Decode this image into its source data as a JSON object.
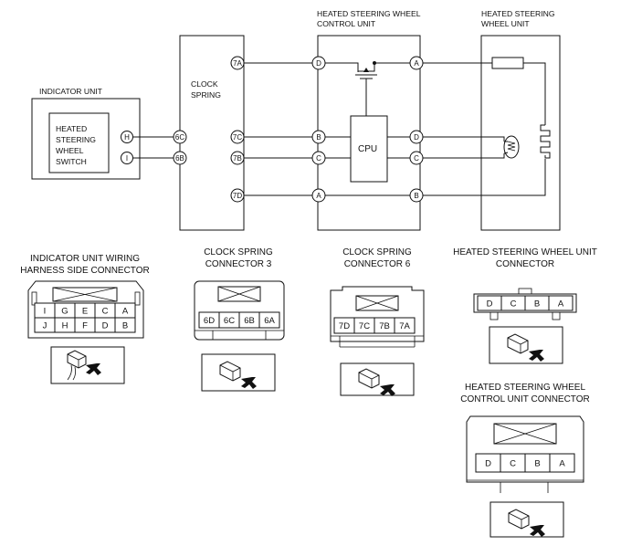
{
  "labels": {
    "hswcu_title_1": "HEATED STEERING WHEEL",
    "hswcu_title_2": "CONTROL UNIT",
    "hswu_title_1": "HEATED STEERING",
    "hswu_title_2": "WHEEL UNIT",
    "indicator_unit": "INDICATOR UNIT",
    "clock_spring_1": "CLOCK",
    "clock_spring_2": "SPRING",
    "switch_1": "HEATED",
    "switch_2": "STEERING",
    "switch_3": "WHEEL",
    "switch_4": "SWITCH",
    "cpu": "CPU"
  },
  "terminals": {
    "ind_h": "H",
    "ind_i": "I",
    "cs_6c": "6C",
    "cs_6b": "6B",
    "cs_7a": "7A",
    "cs_7c": "7C",
    "cs_7b": "7B",
    "cs_7d": "7D",
    "cu_l_d": "D",
    "cu_l_b": "B",
    "cu_l_c": "C",
    "cu_l_a": "A",
    "cu_r_a": "A",
    "cu_r_d": "D",
    "cu_r_c": "C",
    "cu_r_b": "B"
  },
  "connectors": {
    "indicator": {
      "title_1": "INDICATOR UNIT WIRING",
      "title_2": "HARNESS SIDE CONNECTOR",
      "row1": [
        "I",
        "G",
        "E",
        "C",
        "A"
      ],
      "row2": [
        "J",
        "H",
        "F",
        "D",
        "B"
      ]
    },
    "cs3": {
      "title_1": "CLOCK SPRING",
      "title_2": "CONNECTOR 3",
      "cells": [
        "6D",
        "6C",
        "6B",
        "6A"
      ]
    },
    "cs6": {
      "title_1": "CLOCK SPRING",
      "title_2": "CONNECTOR 6",
      "cells": [
        "7D",
        "7C",
        "7B",
        "7A"
      ]
    },
    "hswu": {
      "title_1": "HEATED STEERING WHEEL UNIT",
      "title_2": "CONNECTOR",
      "cells": [
        "D",
        "C",
        "B",
        "A"
      ]
    },
    "hswcu": {
      "title_1": "HEATED STEERING WHEEL",
      "title_2": "CONTROL UNIT CONNECTOR",
      "cells": [
        "D",
        "C",
        "B",
        "A"
      ]
    }
  }
}
